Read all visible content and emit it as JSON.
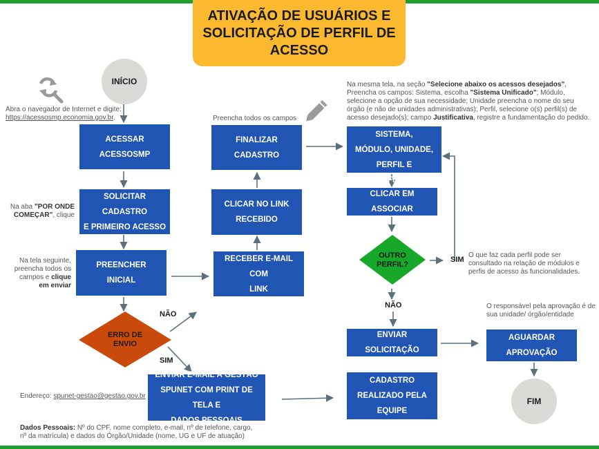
{
  "title": "ATIVAÇÃO DE USUÁRIOS E\nSOLICITAÇÃO DE PERFIL DE\nACESSO",
  "colors": {
    "box": "#2055b4",
    "title": "#fbb930",
    "decision_error": "#c94a0a",
    "decision_profile": "#18a829",
    "circle": "#dadad6",
    "bar": "#1e9e2e"
  },
  "icons": {
    "refresh": "refresh-search-icon",
    "pencil": "pencil-icon"
  },
  "start": "INÍCIO",
  "end": "FIM",
  "boxes": {
    "acessar": "ACESSAR ACESSOSMP",
    "solicitar": "SOLICITAR CADASTRO\nE PRIMEIRO ACESSO",
    "preencher": "PREENCHER\nINICIAL",
    "receber": "RECEBER E-MAIL COM\nLINK",
    "clicar_link": "CLICAR NO LINK\nRECEBIDO",
    "finalizar": "FINALIZAR\nCADASTRO",
    "selecionar": "SELECIONAR SISTEMA,\nMÓDULO, UNIDADE,\nPERFIL E JUSTIFICATIVA",
    "associar": "CLICAR EM ASSOCIAR",
    "enviar_solicitacao": "ENVIAR SOLICITAÇÃO",
    "aguardar": "AGUARDAR\nAPROVAÇÃO",
    "cadastro_realizado": "CADASTRO\nREALIZADO PELA\nEQUIPE",
    "enviar_email": "ENVIAR E-MAIL À GESTÃO\nSPUNET COM PRINT DE TELA E\nDADOS PESSOAIS"
  },
  "decisions": {
    "erro": "ERRO DE\nENVIO",
    "outro": "OUTRO\nPERFIL?"
  },
  "labels": {
    "nao_erro": "NÃO",
    "sim_erro": "SIM",
    "sim_outro": "SIM",
    "nao_outro": "NÃO"
  },
  "notes": {
    "browser_line1": "Abra o navegador de Internet e digite:",
    "browser_url": "https://acessosmp.economia.gov.br",
    "browser_end": ".",
    "aba_pre": "Na aba ",
    "aba_bold": "\"POR ONDE COMEÇAR\"",
    "aba_post": ", clique",
    "tela_pre": "Na tela seguinte, preencha todos os campos e ",
    "tela_bold": "clique em enviar",
    "preencha_campos": "Preencha todos os campos",
    "mesma_tela_1": "Na mesma tela, na seção ",
    "mesma_tela_b1": "\"Selecione abaixo os acessos desejados\"",
    "mesma_tela_2": ", Preencha os campos: Sistema, escolha ",
    "mesma_tela_b2": "\"Sistema Unificado\"",
    "mesma_tela_3": "; Módulo, selecione a opção de sua necessidade; Unidade preencha o nome do seu órgão (e não de unidades administrativas); Perfil, selecione o(s) perfil(s) de acesso desejado(s); campo ",
    "mesma_tela_b3": "Justificativa",
    "mesma_tela_4": ", registre a fundamentação do pedido.",
    "perfil_info": "O que faz cada perfil pode ser consultado na relação de módulos e perfis de acesso às funcionalidades.",
    "responsavel": "O responsável pela aprovação é de sua unidade/ órgão/entidade",
    "endereco_pre": "Endereço: ",
    "endereco_email": "spunet-gestao@gestao.gov.br",
    "dados_bold": "Dados Pessoais:",
    "dados_text": " Nº do CPF, nome completo, e-mail, nº de telefone, cargo, nº da matrícula) e dados do Órgão/Unidade (nome, UG e UF de atuação)"
  }
}
